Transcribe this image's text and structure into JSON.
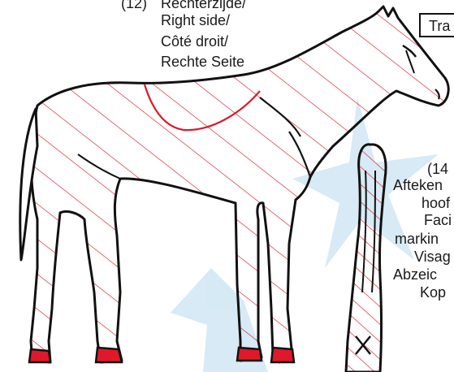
{
  "colors": {
    "outline": "#111111",
    "hatch": "#d81b2a",
    "hoof_fill": "#e0182b",
    "background_star": "#c9e3f2"
  },
  "label_12": {
    "number": "(12)",
    "nl": "Rechterzijde/",
    "en": "Right side/",
    "fr": "Côté droit/",
    "de": "Rechte Seite"
  },
  "label_14": {
    "number": "(14",
    "nl_1": "Afteken",
    "nl_2": "hoof",
    "en_1": "Faci",
    "en_2": "markin",
    "fr": "Visag",
    "de_1": "Abzeic",
    "de_2": "Kop"
  },
  "corner_box_text": "Tra",
  "face_mark_icon": "x-mark-icon"
}
